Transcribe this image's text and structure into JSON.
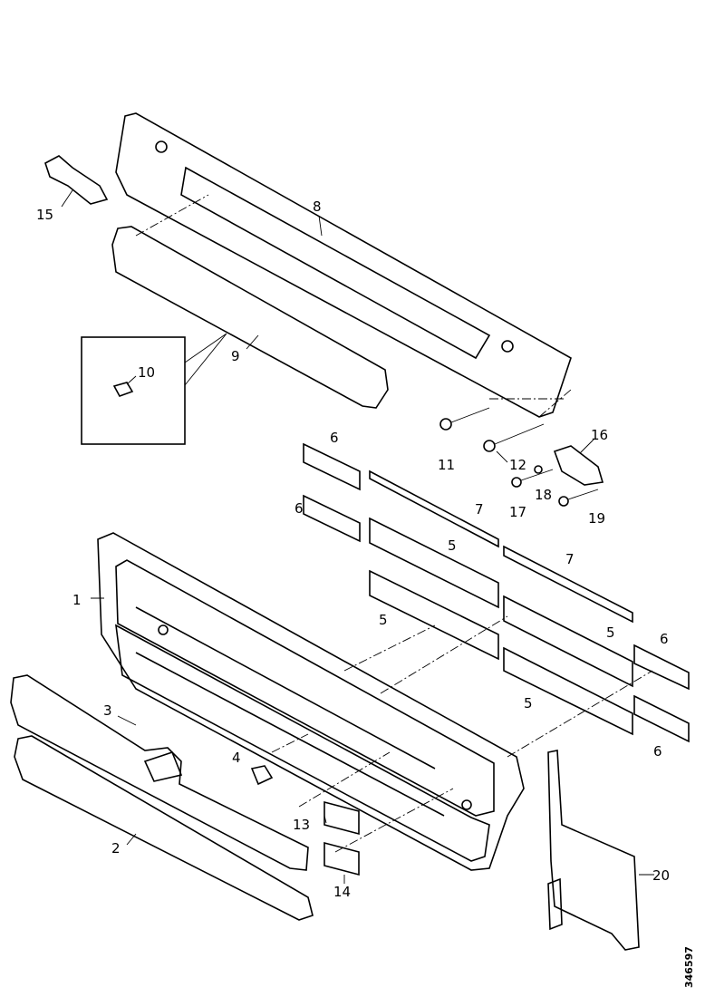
{
  "diagram": {
    "callouts": [
      "15",
      "8",
      "9",
      "10",
      "11",
      "12",
      "16",
      "18",
      "17",
      "19",
      "6",
      "6",
      "7",
      "7",
      "5",
      "5",
      "5",
      "5",
      "6",
      "6",
      "1",
      "3",
      "4",
      "13",
      "2",
      "14",
      "20"
    ],
    "drawing_number": "346597"
  }
}
